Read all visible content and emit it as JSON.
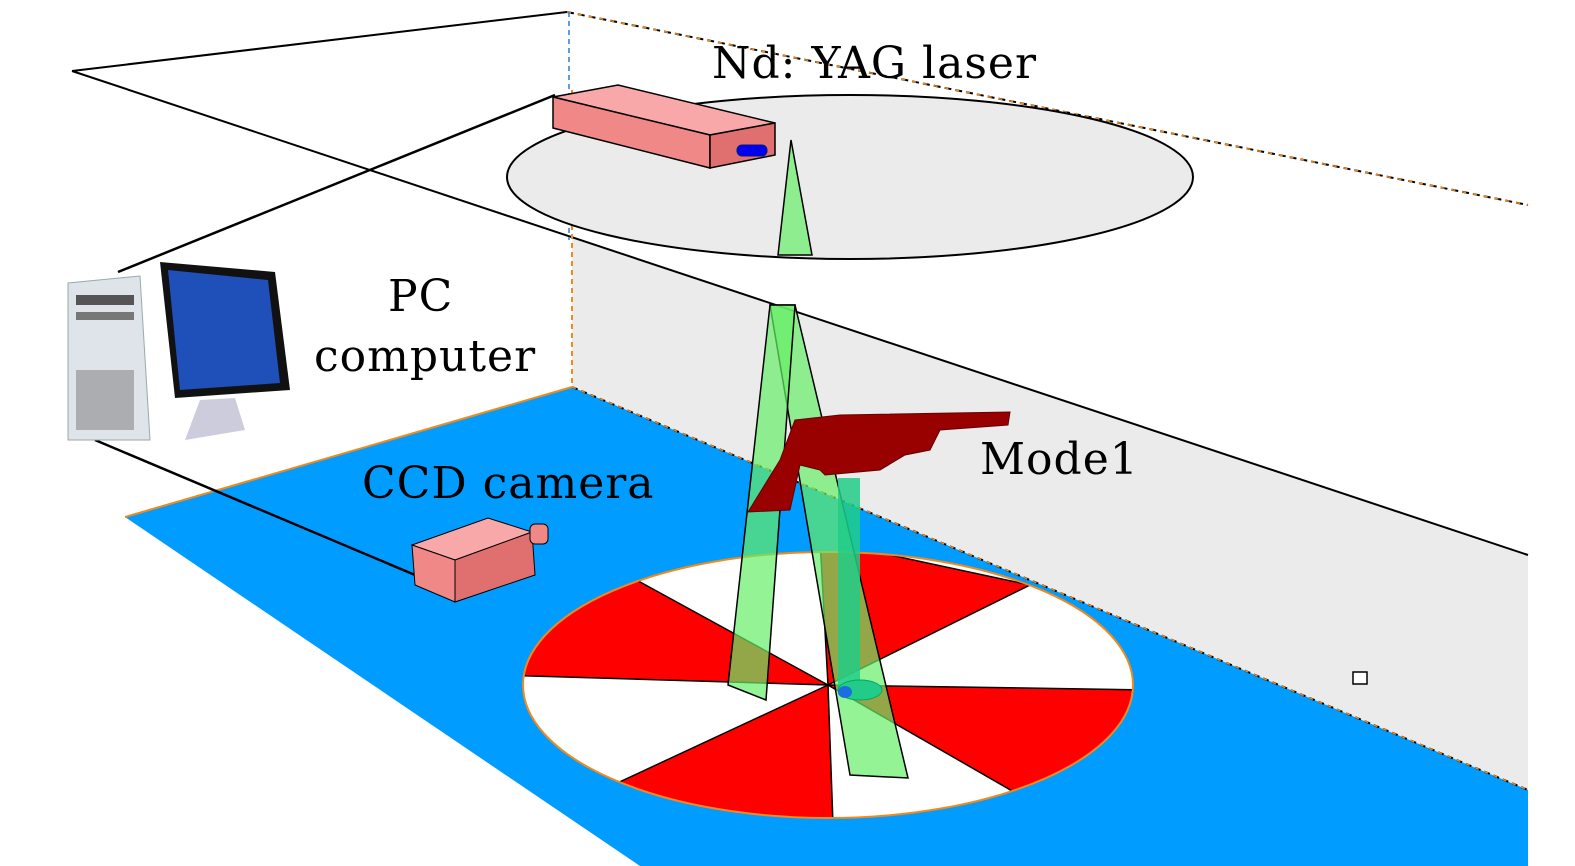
{
  "labels": {
    "laser": "Nd: YAG laser",
    "pc_line1": "PC",
    "pc_line2": "computer",
    "camera": "CCD camera",
    "model": "Mode1"
  },
  "colors": {
    "floor": "#009cff",
    "wall": "#ebebeb",
    "target_red": "#ff0000",
    "laser_box": "#f08080",
    "beam": "#66ee66",
    "aircraft": "#990000"
  }
}
